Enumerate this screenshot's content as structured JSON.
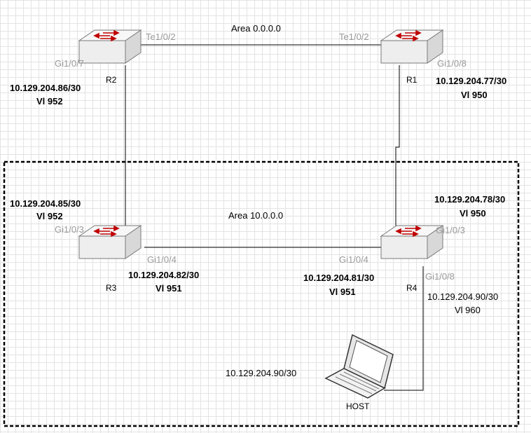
{
  "colors": {
    "router_body": "#f2f2f2",
    "router_arrow": "#c00000",
    "link": "#000000",
    "port_label": "#9a9a9a",
    "grid": "#e3e3e3"
  },
  "areas": {
    "backbone": "Area 0.0.0.0",
    "area10": "Area 10.0.0.0"
  },
  "nodes": {
    "r1": {
      "name": "R1",
      "icon": "router-icon"
    },
    "r2": {
      "name": "R2",
      "icon": "router-icon"
    },
    "r3": {
      "name": "R3",
      "icon": "router-icon"
    },
    "r4": {
      "name": "R4",
      "icon": "router-icon"
    },
    "host": {
      "name": "HOST",
      "icon": "laptop-icon"
    }
  },
  "ports": {
    "r2_te": "Te1/0/2",
    "r1_te": "Te1/0/2",
    "r2_gi": "Gi1/0/7",
    "r1_gi": "Gi1/0/8",
    "r3_gi3": "Gi1/0/3",
    "r3_gi4": "Gi1/0/4",
    "r4_gi4": "Gi1/0/4",
    "r4_gi3": "Gi1/0/3",
    "r4_gi8": "Gi1/0/8"
  },
  "addresses": {
    "r2_ip": "10.129.204.86/30",
    "r2_vlan": "Vl 952",
    "r1_ip": "10.129.204.77/30",
    "r1_vlan": "Vl 950",
    "r3_ip_up": "10.129.204.85/30",
    "r3_vlan_up": "Vl 952",
    "r4_ip_up": "10.129.204.78/30",
    "r4_vlan_up": "Vl 950",
    "r3_ip_right": "10.129.204.82/30",
    "r3_vlan_right": "Vl 951",
    "r4_ip_left": "10.129.204.81/30",
    "r4_vlan_left": "Vl 951",
    "r4_ip_host": "10.129.204.90/30",
    "r4_vlan_host": "Vl 960",
    "host_ip": "10.129.204.90/30"
  }
}
